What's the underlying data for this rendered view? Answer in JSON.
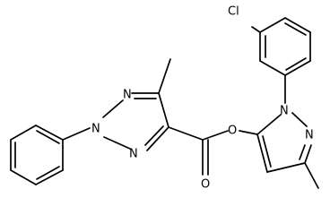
{
  "molecule": {
    "atom_labels": {
      "chlorine": "Cl",
      "triazole_n_top": "N",
      "triazole_n_phenyl": "N",
      "triazole_n_bottom": "N",
      "ester_o_single": "O",
      "ester_o_double": "O",
      "pyrazole_n1": "N",
      "pyrazole_n2": "N"
    }
  }
}
